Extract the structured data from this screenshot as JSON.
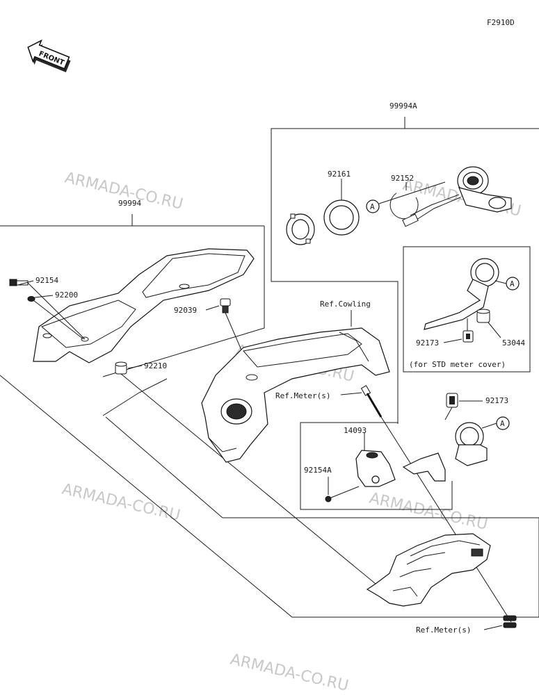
{
  "figure_code": "F2910D",
  "front_label": "FRONT",
  "watermark": "ARMADA-CO.RU",
  "callout_letter": "A",
  "groups": {
    "kit_windshield": "99994",
    "kit_heated_grip": "99994A"
  },
  "parts": {
    "p92154": "92154",
    "p92200": "92200",
    "p92039": "92039",
    "p92210": "92210",
    "p92161": "92161",
    "p92152": "92152",
    "p92173a": "92173",
    "p53044": "53044",
    "p92173b": "92173",
    "p14093": "14093",
    "p92154a": "92154A"
  },
  "refs": {
    "cowling": "Ref.Cowling",
    "meter_top": "Ref.Meter(s)",
    "meter_bottom": "Ref.Meter(s)"
  },
  "note_std_meter": "(for STD meter cover)"
}
